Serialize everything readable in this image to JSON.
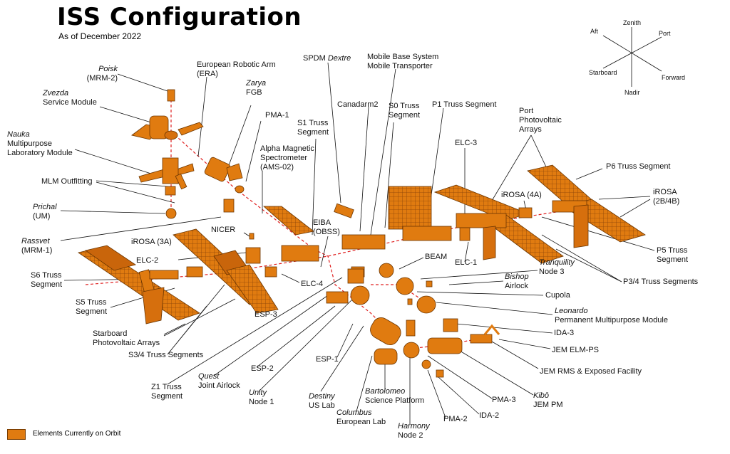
{
  "title": "ISS Configuration",
  "subtitle": "As of December 2022",
  "legend": {
    "label": "Elements Currently on Orbit",
    "color": "#e07b10"
  },
  "colors": {
    "module": "#e07b10",
    "module_dark": "#a8520a",
    "outline": "#6b3500",
    "truss_line": "#e02020",
    "leader": "#111111"
  },
  "orientation": {
    "zenith": "Zenith",
    "aft": "Aft",
    "port": "Port",
    "starboard": "Starboard",
    "forward": "Forward",
    "nadir": "Nadir"
  },
  "labels": {
    "poisk": {
      "line1": "Poisk",
      "line2": "(MRM-2)"
    },
    "zvezda": {
      "line1": "Zvezda",
      "line2": "Service Module"
    },
    "nauka": {
      "line1": "Nauka",
      "line2": "Multipurpose",
      "line3": "Laboratory Module"
    },
    "mlm_outfitting": "MLM Outfitting",
    "prichal": {
      "line1": "Prichal",
      "line2": "(UM)"
    },
    "rassvet": {
      "line1": "Rassvet",
      "line2": "(MRM-1)"
    },
    "s6": {
      "line1": "S6 Truss",
      "line2": "Segment"
    },
    "s5": {
      "line1": "S5 Truss",
      "line2": "Segment"
    },
    "starboard_arrays": {
      "line1": "Starboard",
      "line2": "Photovoltaic Arrays"
    },
    "s34": "S3/4 Truss Segments",
    "era": {
      "line1": "European Robotic Arm",
      "line2": "(ERA)"
    },
    "zarya": {
      "line1": "Zarya",
      "line2": "FGB"
    },
    "pma1": "PMA-1",
    "ams": {
      "line1": "Alpha Magnetic",
      "line2": "Spectrometer",
      "line3": "(AMS-02)"
    },
    "s1": {
      "line1": "S1 Truss",
      "line2": "Segment"
    },
    "irosa3a": "iROSA (3A)",
    "nicer": "NICER",
    "elc2": "ELC-2",
    "elc4": "ELC-4",
    "esp3": "ESP-3",
    "eiba": {
      "line1": "EIBA",
      "line2": "(OBSS)"
    },
    "dextre": {
      "line1": "SPDM",
      "line2": "Dextre"
    },
    "canadarm2": "Canadarm2",
    "mbs": {
      "line1": "Mobile Base System",
      "line2": "Mobile Transporter"
    },
    "s0": {
      "line1": "S0 Truss",
      "line2": "Segment"
    },
    "p1": "P1 Truss Segment",
    "elc3": "ELC-3",
    "elc1": "ELC-1",
    "port_arrays": {
      "line1": "Port",
      "line2": "Photovoltaic",
      "line3": "Arrays"
    },
    "p6": "P6 Truss Segment",
    "irosa4a": "iROSA (4A)",
    "irosa2b4b": {
      "line1": "iROSA",
      "line2": "(2B/4B)"
    },
    "p5": {
      "line1": "P5 Truss",
      "line2": "Segment"
    },
    "p34": "P3/4 Truss Segments",
    "beam": "BEAM",
    "tranquility": {
      "line1": "Tranquility",
      "line2": "Node 3"
    },
    "bishop": {
      "line1": "Bishop",
      "line2": "Airlock"
    },
    "cupola": "Cupola",
    "leonardo": {
      "line1": "Leonardo",
      "line2": "Permanent Multipurpose Module"
    },
    "ida3": "IDA-3",
    "jem_elm": "JEM ELM-PS",
    "jem_rms": "JEM RMS & Exposed Facility",
    "kibo": {
      "line1": "Kibō",
      "line2": "JEM PM"
    },
    "pma3": "PMA-3",
    "ida2": "IDA-2",
    "pma2": "PMA-2",
    "harmony": {
      "line1": "Harmony",
      "line2": "Node 2"
    },
    "bartolomeo": {
      "line1": "Bartolomeo",
      "line2": "Science Platform"
    },
    "columbus": {
      "line1": "Columbus",
      "line2": "European Lab"
    },
    "destiny": {
      "line1": "Destiny",
      "line2": "US Lab"
    },
    "esp1": "ESP-1",
    "esp2": "ESP-2",
    "unity": {
      "line1": "Unity",
      "line2": "Node 1"
    },
    "quest": {
      "line1": "Quest",
      "line2": "Joint Airlock"
    },
    "z1": {
      "line1": "Z1 Truss",
      "line2": "Segment"
    }
  }
}
